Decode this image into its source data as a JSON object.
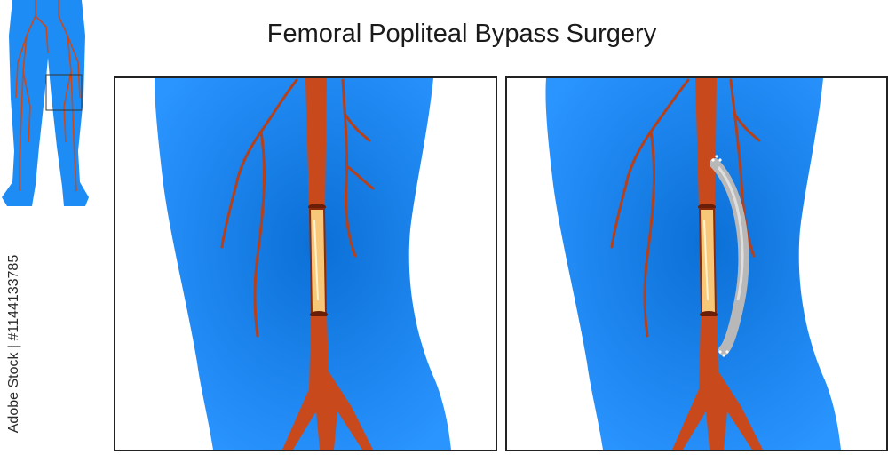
{
  "title": "Femoral Popliteal Bypass Surgery",
  "watermark_text": "Adobe Stock | #1144133785",
  "colors": {
    "leg": "#1e8cf5",
    "leg_shade": "#0a6fd8",
    "artery": "#c84a1c",
    "artery_dark": "#8e2a0c",
    "plaque": "#f8c878",
    "graft": "#b8b8b8",
    "frame": "#222222"
  },
  "panels": [
    {
      "id": "before",
      "label": ""
    },
    {
      "id": "after",
      "label": ""
    }
  ]
}
